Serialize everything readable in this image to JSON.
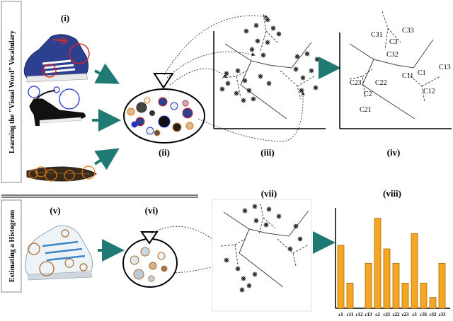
{
  "sidebar": {
    "top": "Learning the \"Visual Word\" Vocabulary",
    "bottom": "Estimating a Histogram"
  },
  "panels": {
    "i": "(i)",
    "ii": "(ii)",
    "iii": "(iii)",
    "iv": "(iv)",
    "v": "(v)",
    "vi": "(vi)",
    "vii": "(vii)",
    "viii": "(viii)"
  },
  "clusters": {
    "c31": "C31",
    "c33": "C33",
    "c3": "C3",
    "c32": "C32",
    "c11": "C11",
    "c1": "C1",
    "c13": "C13",
    "c23": "C23",
    "c22": "C22",
    "c2": "C2",
    "c12": "C12",
    "c21": "C21"
  },
  "colors": {
    "arrow": "#1f7a74",
    "bar_fill": "#f5a623",
    "bar_stroke": "#a86a00",
    "cluster_line": "#444444"
  },
  "chart_data": {
    "type": "bar",
    "title": "",
    "xlabel": "",
    "ylabel": "",
    "categories": [
      "c1",
      "c11",
      "c12",
      "c13",
      "c2",
      "c21",
      "c22",
      "c23",
      "c3",
      "c31",
      "c32",
      "c33"
    ],
    "values": [
      0.7,
      0.28,
      0.0,
      0.5,
      1.0,
      0.66,
      0.5,
      0.28,
      0.83,
      0.28,
      0.12,
      0.5
    ],
    "ylim": [
      0,
      1.1
    ]
  }
}
